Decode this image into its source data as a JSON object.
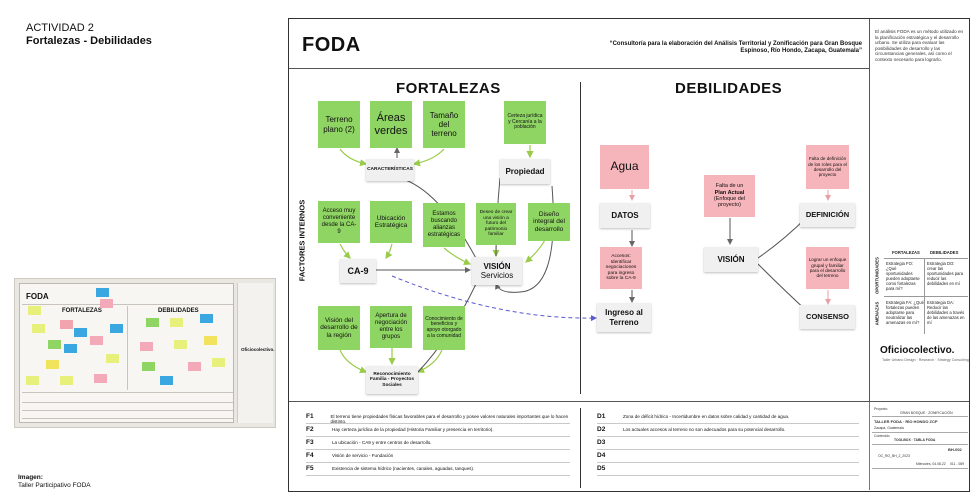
{
  "activity": {
    "line1": "ACTIVIDAD 2",
    "line2": "Fortalezas - Debilidades"
  },
  "image_caption": {
    "label": "Imagen:",
    "text": "Taller Participativo FODA"
  },
  "photo": {
    "title": "FODA",
    "fortalezas": "FORTALEZAS",
    "debilidades": "DEBILIDADES",
    "side_brand": "Oficiocolectivo."
  },
  "board": {
    "title": "FODA",
    "consultoria": "“Consultoría para la elaboración del Análisis Territorial y Zonificación para Gran Bosque Espinoso, Río Hondo, Zacapa, Guatemala”",
    "intro": "El análisis FODA es un método utilizado en la planificación estratégica y el desarrollo urbano. Se utiliza para evaluar las posibilidades de desarrollo y las circunstancias generales, así como el contexto necesario para lograrlo.",
    "factores": "FACTORES INTERNOS",
    "brand": "Oficiocolectivo.",
    "brand_sub": "Taller Urbano Design · Research · Strategy Consulting"
  },
  "fortalezas": {
    "heading": "FORTALEZAS",
    "notes": {
      "terreno": "Terreno plano (2)",
      "areas": "Áreas verdes",
      "tamano": "Tamaño del terreno",
      "certeza": "Certeza jurídica y Cercanía a la población",
      "acceso": "Acceso muy conveniente desde la CA-9",
      "ubicacion": "Ubicación Estratégica",
      "alianzas": "Estamos buscando alianzas estratégicas",
      "deseo": "Deseo de crear una visión a futuro del patrimonio familiar",
      "diseno": "Diseño integral del desarrollo",
      "vision_des": "Visión del desarrollo de la región",
      "apertura": "Apertura de negociación entre los grupos",
      "conocimiento": "Conocimiento de beneficios y apoyo otorgado a la comunidad"
    },
    "nodes": {
      "caracteristicas": "CARACTERÍSTICAS",
      "propiedad": "Propiedad",
      "ca9": "CA-9",
      "vision_t": "VISIÓN",
      "vision_s": "Servicios",
      "reconocimiento": "Reconocimiento Familia - Proyectos Sociales"
    }
  },
  "debilidades": {
    "heading": "DEBILIDADES",
    "notes": {
      "agua": "Agua",
      "accesos": "Accesos: Identificar negociaciones para ingreso sobre la CA-9",
      "falta_plan_a": "Falta de un",
      "falta_plan_b": "Plan Actual",
      "falta_plan_c": "(Enfoque del proyecto)",
      "falta_def": "Falta de definición de los roles para el desarrollo del proyecto",
      "lograr": "Lograr un enfoque grupal y familiar para el desarrollo del terreno"
    },
    "nodes": {
      "datos": "DATOS",
      "ingreso": "Ingreso al Terreno",
      "vision": "VISIÓN",
      "definicion": "DEFINICIÓN",
      "consenso": "CONSENSO"
    }
  },
  "quadrant": {
    "col_f": "FORTALEZAS",
    "col_d": "DEBILIDADES",
    "row_o": "OPORTUNIDADES",
    "row_a": "AMENAZAS",
    "fo": "Estrategia FO: ¿Qué oportunidades pueden adoptarse como fortalezas para mí?",
    "do": "Estrategia DO: crear las oportunidades para reducir las debilidades en mí",
    "fa": "Estrategia FA: ¿Qué fortalezas pueden adoptarse para neutralizar las amenazas en mí?",
    "da": "Estrategia DA: Reducir las debilidades a través de las amenazas en mí"
  },
  "f_rows": [
    {
      "key": "F1",
      "text": "El terreno tiene propiedades físicas favorables para el desarrollo y posee valores naturales importantes que lo hacen distinto."
    },
    {
      "key": "F2",
      "text": "Hay certeza jurídica de la propiedad (Historia Familiar y presencia en territorio)."
    },
    {
      "key": "F3",
      "text": "La ubicación - CA9 y entre centros de desarrollo."
    },
    {
      "key": "F4",
      "text": "Visión de servicio - Fundación"
    },
    {
      "key": "F5",
      "text": "Existencia de sistema hídrico (nacientes, canales, aguadas, tanques)."
    }
  ],
  "d_rows": [
    {
      "key": "D1",
      "text": "Zona de déficit hídrico - Incertidumbre en datos sobre calidad y cantidad de agua."
    },
    {
      "key": "D2",
      "text": "Los actuales accesos al terreno no son adecuados para su potencial desarrollo."
    },
    {
      "key": "D3",
      "text": ""
    },
    {
      "key": "D4",
      "text": ""
    },
    {
      "key": "D5",
      "text": ""
    }
  ],
  "title_block": {
    "proyecto_label": "Proyecto",
    "proyecto": "GRAN BOSQUE · ZONIFICACIÓN",
    "taller": "TALLER FODA · RÍO HONDO ZCP",
    "taller_sub": "Zacapa, Guatemala",
    "contenido_label": "Contenido",
    "contenido": "TOOLBOX · TABLA FODA",
    "ref": "BH-002",
    "code": "OC_RO_BH_2_2023",
    "fecha": "Miércoles, 04.08.22",
    "pagina": "011 - 089"
  }
}
